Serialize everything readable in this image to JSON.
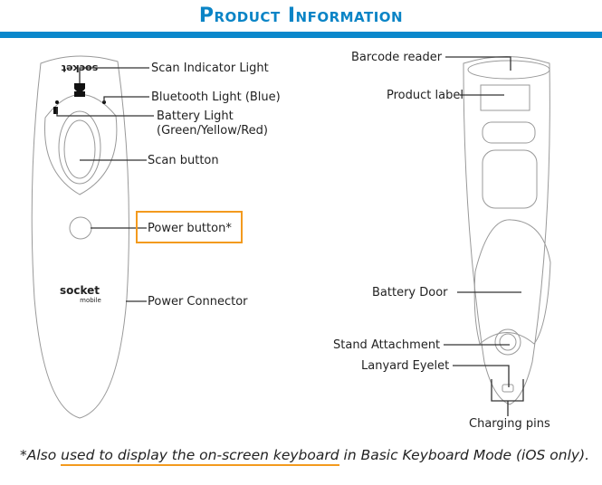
{
  "title": "Product Information",
  "front_labels": {
    "scan_indicator": "Scan Indicator Light",
    "bluetooth": "Bluetooth Light (Blue)",
    "battery_line1": "Battery Light",
    "battery_line2": "(Green/Yellow/Red)",
    "scan_button": "Scan button",
    "power_button": "Power button*",
    "power_connector": "Power Connector"
  },
  "back_labels": {
    "barcode_reader": "Barcode reader",
    "product_label": "Product label",
    "battery_door": "Battery Door",
    "stand_attachment": "Stand Attachment",
    "lanyard_eyelet": "Lanyard Eyelet",
    "charging_pins": "Charging pins"
  },
  "logo": {
    "brand": "socket",
    "sub": "mobile"
  },
  "footer": {
    "pre": "*Also ",
    "highlight": "used to display the on-screen keyboard",
    "post": " in Basic Keyboard Mode (iOS only)."
  },
  "colors": {
    "accent": "#0a88cc",
    "highlight": "#f39a1e"
  }
}
